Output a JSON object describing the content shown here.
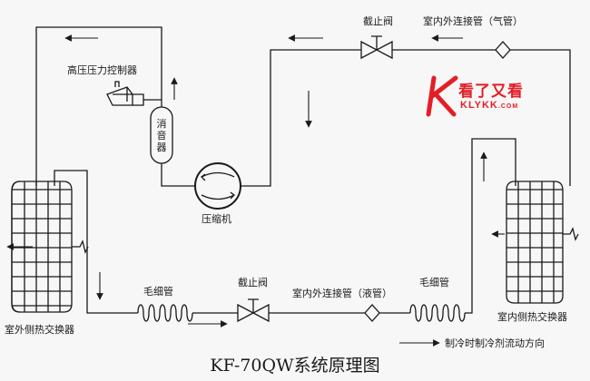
{
  "title": "KF-70QW系统原理图",
  "labels": {
    "pressure_switch": "高压压力控制器",
    "muffler": "消音器",
    "compressor": "压缩机",
    "outdoor_hx": "室外侧热交换器",
    "indoor_hx": "室内侧热交换器",
    "stop_valve_gas": "截止阀",
    "stop_valve_liquid": "截止阀",
    "pipe_gas": "室内外连接管（气管）",
    "pipe_liquid": "室内外连接管（液管）",
    "capillary_left": "毛细管",
    "capillary_right": "毛细管",
    "legend": "制冷时制冷剂流动方向"
  },
  "watermark": {
    "text_cn": "看了又看",
    "text_en": "KLYKK",
    "text_en_suffix": ".COM",
    "color": "#e41e26"
  },
  "colors": {
    "line": "#1a1a1a",
    "background": "#f7f7f7"
  }
}
